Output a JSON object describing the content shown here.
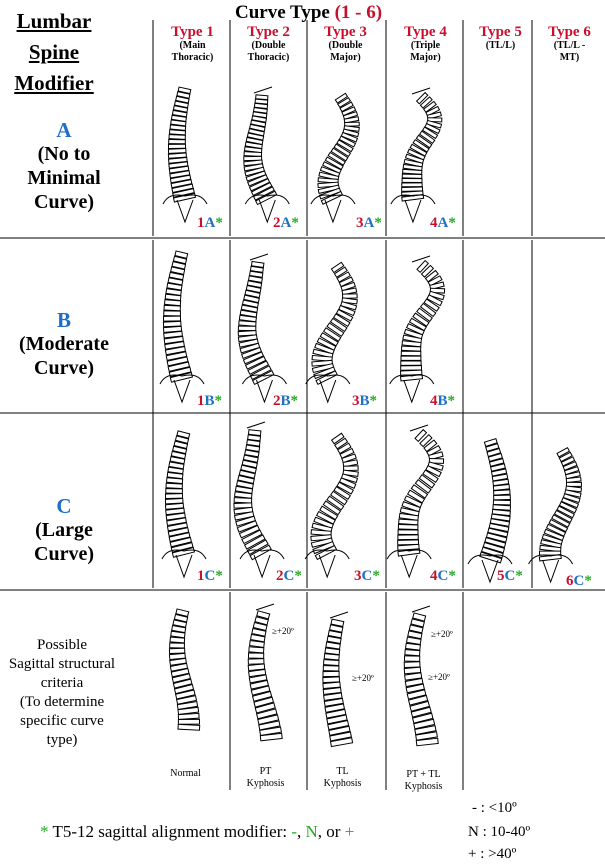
{
  "header": {
    "title_prefix": "Curve Type ",
    "title_range": "(1 - 6)"
  },
  "lumbar_title": [
    "Lumbar",
    "Spine",
    "Modifier"
  ],
  "types": [
    {
      "label": "Type 1",
      "sub1": "(Main",
      "sub2": "Thoracic)"
    },
    {
      "label": "Type 2",
      "sub1": "(Double",
      "sub2": "Thoracic)"
    },
    {
      "label": "Type 3",
      "sub1": "(Double",
      "sub2": "Major)"
    },
    {
      "label": "Type 4",
      "sub1": "(Triple",
      "sub2": "Major)"
    },
    {
      "label": "Type 5",
      "sub1": "(TL/L)",
      "sub2": ""
    },
    {
      "label": "Type 6",
      "sub1": "(TL/L -",
      "sub2": "MT)"
    }
  ],
  "rows": [
    {
      "letter": "A",
      "line1": "(No to",
      "line2": "Minimal",
      "line3": "Curve)"
    },
    {
      "letter": "B",
      "line1": "(Moderate",
      "line2": "Curve)",
      "line3": ""
    },
    {
      "letter": "C",
      "line1": "(Large",
      "line2": "Curve)",
      "line3": ""
    }
  ],
  "codes": {
    "row_a": [
      "1",
      "2",
      "3",
      "4"
    ],
    "row_b": [
      "1",
      "2",
      "3",
      "4"
    ],
    "row_c": [
      "1",
      "2",
      "3",
      "4",
      "5",
      "6"
    ],
    "star": "*"
  },
  "sagittal": {
    "label": [
      "Possible",
      "Sagittal structural",
      "criteria",
      "(To determine",
      "specific curve",
      "type)"
    ],
    "captions": [
      {
        "line1": "Normal",
        "line2": ""
      },
      {
        "line1": "PT",
        "line2": "Kyphosis"
      },
      {
        "line1": "TL",
        "line2": "Kyphosis"
      },
      {
        "line1": "PT + TL",
        "line2": "Kyphosis"
      }
    ],
    "annotation": "≥+20º"
  },
  "footer": {
    "star": "*",
    "text": " T5-12 sagittal alignment modifier: ",
    "minus": "-",
    "sep1": ", ",
    "n": "N",
    "sep2": ",  or ",
    "plus": "+"
  },
  "legend": [
    {
      "sym": "- :",
      "val": " <10º"
    },
    {
      "sym": "N :",
      "val": " 10-40º"
    },
    {
      "sym": "+ :",
      "val": " >40º"
    }
  ],
  "colors": {
    "type_red": "#c8102e",
    "letter_blue": "#1f6fc6",
    "modifier_green": "#22aa22"
  }
}
